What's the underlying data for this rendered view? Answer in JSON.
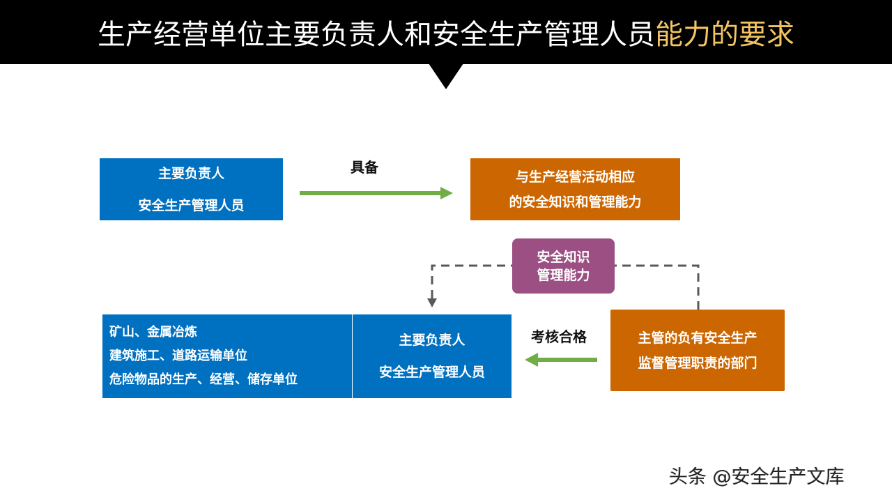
{
  "header": {
    "title_main": "生产经营单位主要负责人和安全生产管理人员",
    "title_highlight": "能力的要求",
    "highlight_color": "#f2c462"
  },
  "diagram": {
    "top_left_box": {
      "lines": [
        "主要负责人",
        "安全生产管理人员"
      ],
      "color": "#0070c0"
    },
    "top_arrow_label": "具备",
    "top_right_box": {
      "lines": [
        "与生产经营活动相应",
        "的安全知识和管理能力"
      ],
      "color": "#cc6600"
    },
    "middle_box": {
      "lines": [
        "安全知识",
        "管理能力"
      ],
      "color": "#9b4f82"
    },
    "bottom_left_box": {
      "lines": [
        "矿山、金属冶炼",
        "建筑施工、道路运输单位",
        "危险物品的生产、经营、储存单位"
      ],
      "color": "#0070c0"
    },
    "bottom_center_box": {
      "lines": [
        "主要负责人",
        "安全生产管理人员"
      ],
      "color": "#0070c0"
    },
    "bottom_arrow_label": "考核合格",
    "bottom_right_box": {
      "lines": [
        "主管的负有安全生产",
        "监督管理职责的部门"
      ],
      "color": "#cc6600"
    },
    "arrow_color": "#70ad47",
    "dashed_color": "#595959"
  },
  "watermark": "头条 @安全生产文库"
}
